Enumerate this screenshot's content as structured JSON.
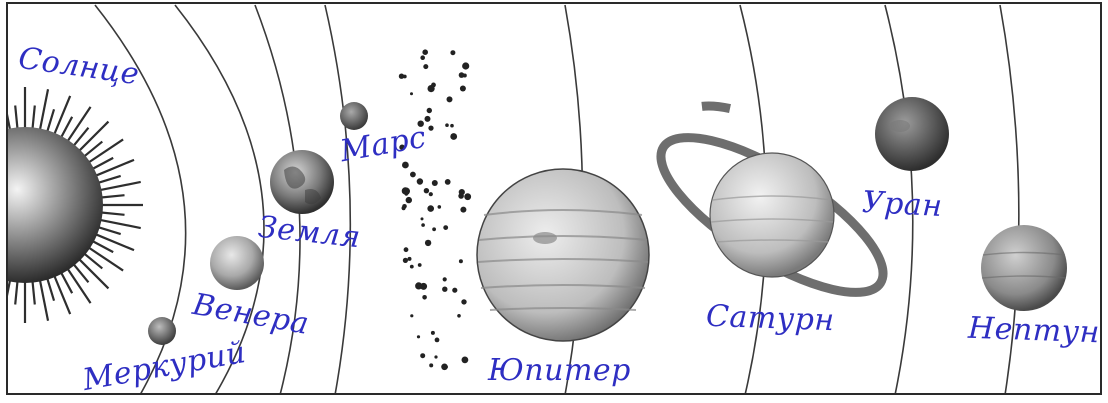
{
  "colors": {
    "ink": "#2e2ec2",
    "background": "#ffffff",
    "line": "#333333"
  },
  "labels": {
    "sun": "Солнце",
    "mercury": "Меркурий",
    "venus": "Венера",
    "earth": "Земля",
    "mars": "Марс",
    "jupiter": "Юпитер",
    "saturn": "Сатурн",
    "uranus": "Уран",
    "neptune": "Нептун"
  }
}
